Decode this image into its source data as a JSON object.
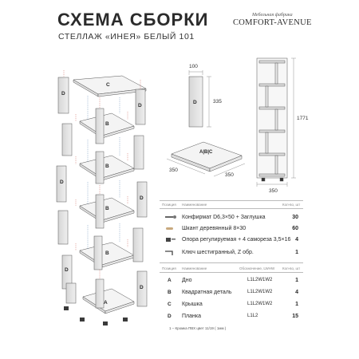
{
  "header": {
    "title": "СХЕМА СБОРКИ",
    "subtitle": "СТЕЛЛАЖ «ИНЕЯ» БЕЛЫЙ 101",
    "brand_tagline": "Мебельная фабрика",
    "brand_name": "COMFORT-AVENUE"
  },
  "diagram": {
    "panel_labels": {
      "c": "C",
      "b": "B",
      "a": "A",
      "d": "D"
    },
    "panel_d_dims": {
      "width": "100",
      "height": "335",
      "label": "D"
    },
    "panel_abc_dims": {
      "label": "A|B|C",
      "depth": "350",
      "width": "350"
    },
    "rack_dims": {
      "height": "1771",
      "width": "350"
    }
  },
  "hardware_table": {
    "col_pos": "Позиция",
    "col_name": "Наименование",
    "col_qty": "Кол-во, шт",
    "rows": [
      {
        "name": "Конфирмат D6,3×50 + Заглушка",
        "qty": "30"
      },
      {
        "name": "Шкант деревянный 8×30",
        "qty": "60"
      },
      {
        "name": "Опора регулируемая + 4 самореза 3,5×16",
        "qty": "4"
      },
      {
        "name": "Ключ шестигранный, Z обр.",
        "qty": "1"
      }
    ]
  },
  "parts_table": {
    "col_pos": "Позиция",
    "col_name": "Наименование",
    "col_code": "Обозначение, LWHW",
    "col_qty": "Кол-во, шт",
    "rows": [
      {
        "letter": "A",
        "name": "Дно",
        "code": "L1L2W1W2",
        "qty": "1"
      },
      {
        "letter": "B",
        "name": "Квадратная деталь",
        "code": "L1L2W1W2",
        "qty": "4"
      },
      {
        "letter": "C",
        "name": "Крышка",
        "code": "L1L2W1W2",
        "qty": "1"
      },
      {
        "letter": "D",
        "name": "Планка",
        "code": "L1L2",
        "qty": "15"
      }
    ]
  },
  "footnote": "1 – Кромка ПВХ цвет 11/19 ( 1мм )"
}
